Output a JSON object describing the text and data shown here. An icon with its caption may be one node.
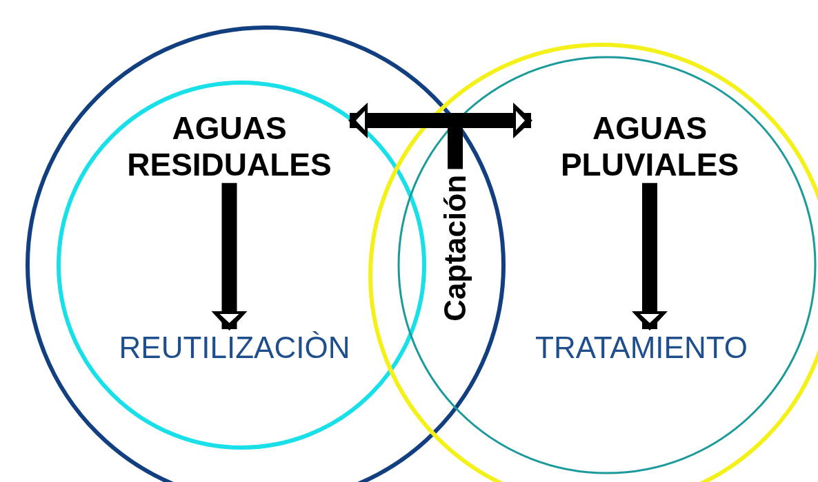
{
  "diagram": {
    "nodes": [
      {
        "text": [
          "Captación"
        ]
      },
      {
        "text": [
          "AGUAS RESIDUALES"
        ]
      },
      {
        "text": [
          "REUTILIZACIÒN"
        ]
      },
      {
        "text": [
          "AGUAS PLUVIALES"
        ]
      },
      {
        "text": [
          "TRATAMIENTO"
        ]
      }
    ],
    "edges": [
      {
        "from": 0,
        "to": 1,
        "arrow": "to"
      },
      {
        "from": 0,
        "to": 3,
        "arrow": "to"
      },
      {
        "from": 1,
        "to": 2,
        "arrow": "to"
      },
      {
        "from": 3,
        "to": 4,
        "arrow": "to"
      }
    ]
  }
}
